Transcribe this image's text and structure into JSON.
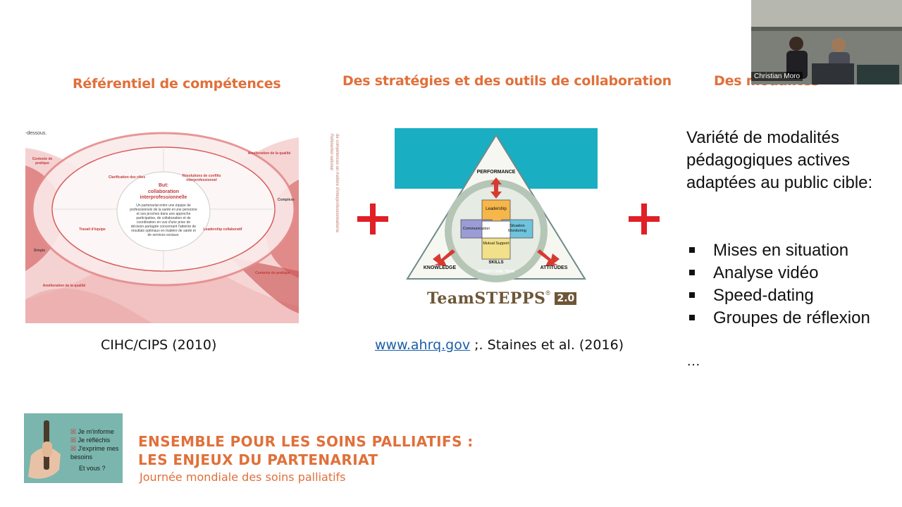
{
  "slide": {
    "col1_title": "Référentiel  de compétences",
    "col2_title": "Des stratégies et des outils de collaboration",
    "col3_title": "Des modalités",
    "col1_caption": "CIHC/CIPS (2010)",
    "col2_caption_link": "www.ahrq.gov",
    "col2_caption_rest": " ;. Staines et al. (2016)",
    "modalities_intro": "Variété de modalités pédagogiques actives adaptées au public cible:",
    "modalities": [
      "Mises en situation",
      "Analyse vidéo",
      "Speed-dating",
      "Groupes de réflexion"
    ],
    "ellipsis": "…"
  },
  "framework_image": {
    "corner_text": "-dessous.",
    "vertical_text_1": "Référentiel national",
    "vertical_text_2": "de compétences en matière d'interprofessionnalisme",
    "goal_title": "But:",
    "goal_subtitle": "collaboration interprofessionnelle",
    "goal_text": "Un partenariat entre une équipe de professionnels de la santé et une personne et ses proches dans une approche participative, de collaboration et de coordination en vue d'une prise de décision partagée concernant l'atteinte de résultats optimaux en matière de santé et de services sociaux.",
    "q1": "Clarification des rôles",
    "q2": "Résolutions de conflits interprofessionnel",
    "q3": "Travail d'équipe",
    "q4": "Leadership collaboratif",
    "left_top": "Contexte de pratique",
    "right_top": "Amélioration de la qualité",
    "right_mid": "Complexe",
    "left_mid": "Simple",
    "right_bottom": "Contexte de pratique",
    "left_bottom": "Amélioration de la qualité"
  },
  "teamstepps": {
    "performance": "PERFORMANCE",
    "knowledge": "KNOWLEDGE",
    "attitudes": "ATTITUDES",
    "skills": "SKILLS",
    "patient_care_team": "PATIENT CARE TEAM",
    "leadership": "Leadership",
    "communication": "Communication",
    "situation_monitoring": "Situation Monitoring",
    "mutual_support": "Mutual Support",
    "brand": "TeamSTEPPS",
    "version": "2.0"
  },
  "video": {
    "speaker_name": "Christian Moro"
  },
  "footer": {
    "line1": "ENSEMBLE POUR LES SOINS PALLIATIFS :",
    "line2": "LES ENJEUX DU PARTENARIAT",
    "subtitle": "Journée mondiale des soins palliatifs",
    "thumb_items": [
      "Je m'informe",
      "Je réfléchis",
      "J'exprime mes besoins"
    ],
    "thumb_question": "Et vous ?"
  },
  "colors": {
    "accent_orange": "#e0703a",
    "plus_red": "#e01f26",
    "teal_banner": "#1aaec2",
    "link_blue": "#1b5ea8"
  }
}
